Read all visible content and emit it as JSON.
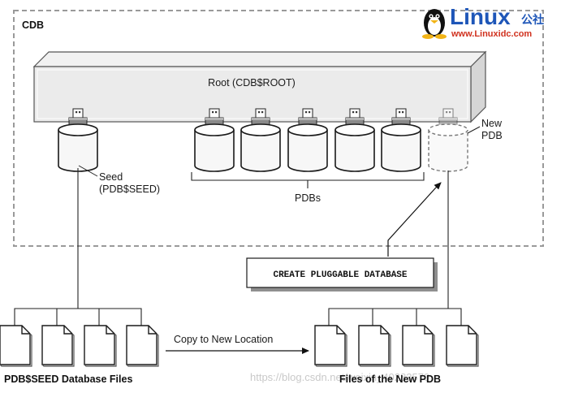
{
  "cdb_label": "CDB",
  "root_label": "Root (CDB$ROOT)",
  "seed_label": [
    "Seed",
    "(PDB$SEED)"
  ],
  "pdbs_label": "PDBs",
  "new_pdb_label": [
    "New",
    "PDB"
  ],
  "create_command": "CREATE PLUGGABLE DATABASE",
  "copy_label": "Copy to New Location",
  "seed_files_label": "PDB$SEED Database Files",
  "new_files_label": "Files of the New PDB",
  "watermark": "https://blog.csdn.net/weixin_40283570",
  "logo": {
    "name": "Linux",
    "suffix": "公社",
    "url": "www.Linuxidc.com"
  }
}
